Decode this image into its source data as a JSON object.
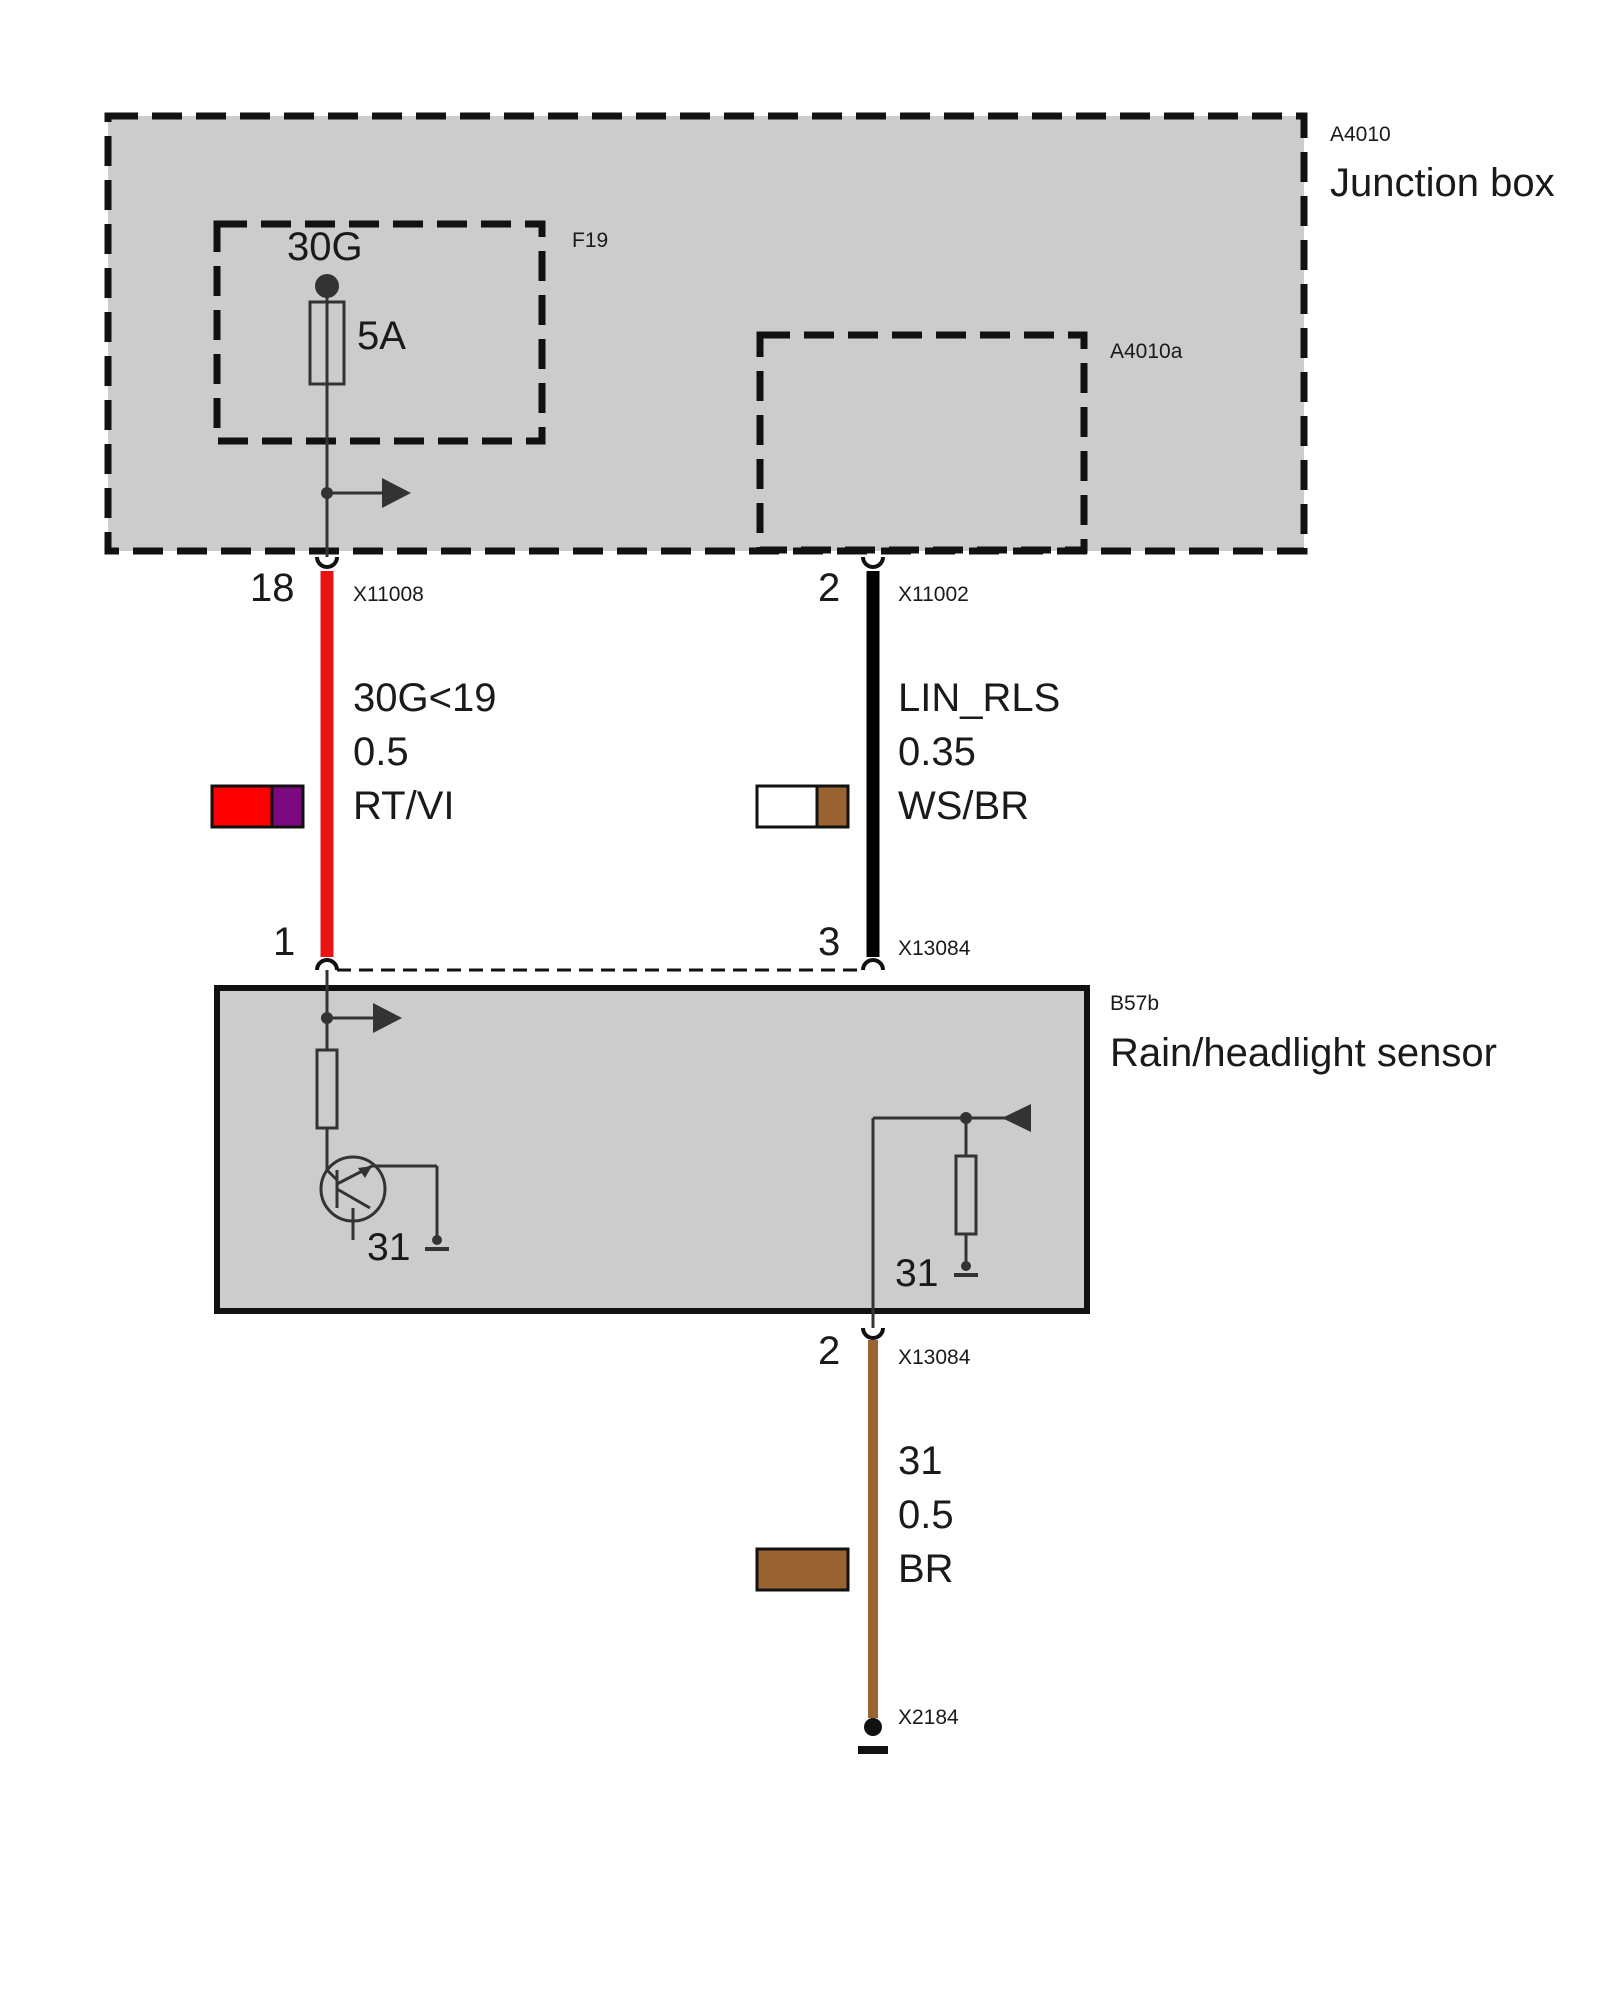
{
  "junction_box": {
    "id": "A4010",
    "name": "Junction box",
    "fuse": {
      "id": "F19",
      "terminal": "30G",
      "rating": "5A"
    },
    "submodule": {
      "id": "A4010a"
    }
  },
  "sensor": {
    "id": "B57b",
    "name": "Rain/headlight sensor",
    "ground_left": "31",
    "ground_right": "31"
  },
  "wires": [
    {
      "from_pin": "18",
      "from_connector": "X11008",
      "to_pin": "1",
      "signal": "30G<19",
      "gauge": "0.5",
      "color_code": "RT/VI",
      "colors": [
        "#ff0000",
        "#7b0a80"
      ],
      "line_color": "#e81414"
    },
    {
      "from_pin": "2",
      "from_connector": "X11002",
      "to_pin": "3",
      "to_connector": "X13084",
      "signal": "LIN_RLS",
      "gauge": "0.35",
      "color_code": "WS/BR",
      "colors": [
        "#ffffff",
        "#9a6432"
      ],
      "line_color": "#000000"
    },
    {
      "from_pin": "2",
      "from_connector": "X13084",
      "to_connector": "X2184",
      "signal": "31",
      "gauge": "0.5",
      "color_code": "BR",
      "colors": [
        "#9a6432"
      ],
      "line_color": "#9a6432"
    }
  ]
}
